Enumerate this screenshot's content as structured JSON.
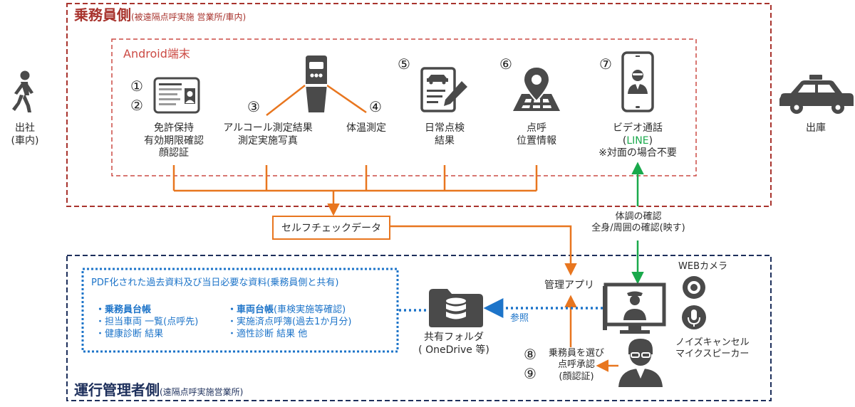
{
  "top_region": {
    "title": "乗務員側",
    "subtitle": "(被遠隔点呼実施 営業所/車内)",
    "android_label": "Android端末"
  },
  "steps": [
    {
      "num": "①",
      "label": ""
    },
    {
      "num": "②",
      "label": "免許保持\n有効期限確認\n顔認証"
    },
    {
      "num": "③",
      "label": "アルコール測定結果\n測定実施写真"
    },
    {
      "num": "④",
      "label": "体温測定"
    },
    {
      "num": "⑤",
      "label": "日常点検\n結果"
    },
    {
      "num": "⑥",
      "label": "点呼\n位置情報"
    },
    {
      "num": "⑦",
      "label_pre": "ビデオ通話\n(",
      "label_line": "LINE",
      "label_post": ")\n※対面の場合不要"
    }
  ],
  "left_side": {
    "label": "出社\n(車内)"
  },
  "right_side": {
    "label": "出庫"
  },
  "self_check": {
    "label": "セルフチェックデータ"
  },
  "health_check": {
    "label": "体調の確認\n全身/周囲の確認(映す)"
  },
  "bottom_region": {
    "title": "運行管理者側",
    "subtitle": "(遠隔点呼実施営業所)"
  },
  "records": {
    "title": "PDF化された過去資料及び当日必要な資料(乗務員側と共有)",
    "left_items": [
      {
        "text": "・乗務員台帳",
        "bold": true
      },
      {
        "text": "・担当車両 一覧(点呼先)",
        "bold": false
      },
      {
        "text": "・健康診断 結果",
        "bold": false
      }
    ],
    "right_items": [
      {
        "text_bold": "・車両台帳",
        "text_rest": "(車検実施等確認)"
      },
      {
        "text_bold": "",
        "text_rest": "・実施済点呼簿(過去1か月分)"
      },
      {
        "text_bold": "",
        "text_rest": "・適性診断 結果 他"
      }
    ]
  },
  "shared_folder": {
    "label": "共有フォルダ\n( OneDrive 等)"
  },
  "reference": {
    "label": "参照"
  },
  "management_app": {
    "label": "管理アプリ"
  },
  "webcam": {
    "label": "WEBカメラ"
  },
  "mic": {
    "label": "ノイズキャンセル\nマイクスピーカー"
  },
  "steps_89": {
    "num8": "⑧",
    "num9": "⑨",
    "label": "乗務員を選び\n点呼承認\n(顔認証)"
  },
  "colors": {
    "dark_red": "#a8332d",
    "navy": "#1d2f5b",
    "orange": "#e8761f",
    "green": "#19a94b",
    "blue_dotted": "#1d74c9",
    "icon_gray": "#4a4a4a"
  }
}
